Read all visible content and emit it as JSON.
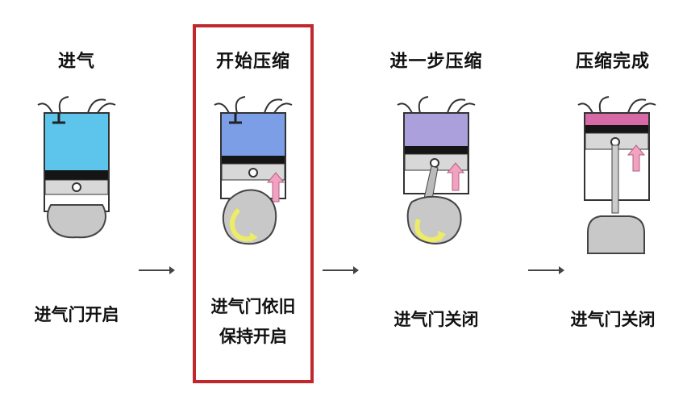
{
  "stages": [
    {
      "title": "进气",
      "caption": [
        "进气门开启"
      ],
      "chamber_color": "#5dc4ec"
    },
    {
      "title": "开始压缩",
      "caption": [
        "进气门依旧",
        "保持开启"
      ],
      "chamber_color": "#7b9ee6"
    },
    {
      "title": "进一步压缩",
      "caption": [
        "进气门关闭"
      ],
      "chamber_color": "#ab9fdc"
    },
    {
      "title": "压缩完成",
      "caption": [
        "进气门关闭"
      ],
      "chamber_color": "#d66aa6"
    }
  ],
  "colors": {
    "highlight": "#c0282d",
    "piston_ring": "#151515",
    "metal": "#d8d8d8",
    "crank": "#c8c8c8",
    "rotation_arrow": "#ecec66",
    "up_arrow": "#f2a2c0"
  }
}
